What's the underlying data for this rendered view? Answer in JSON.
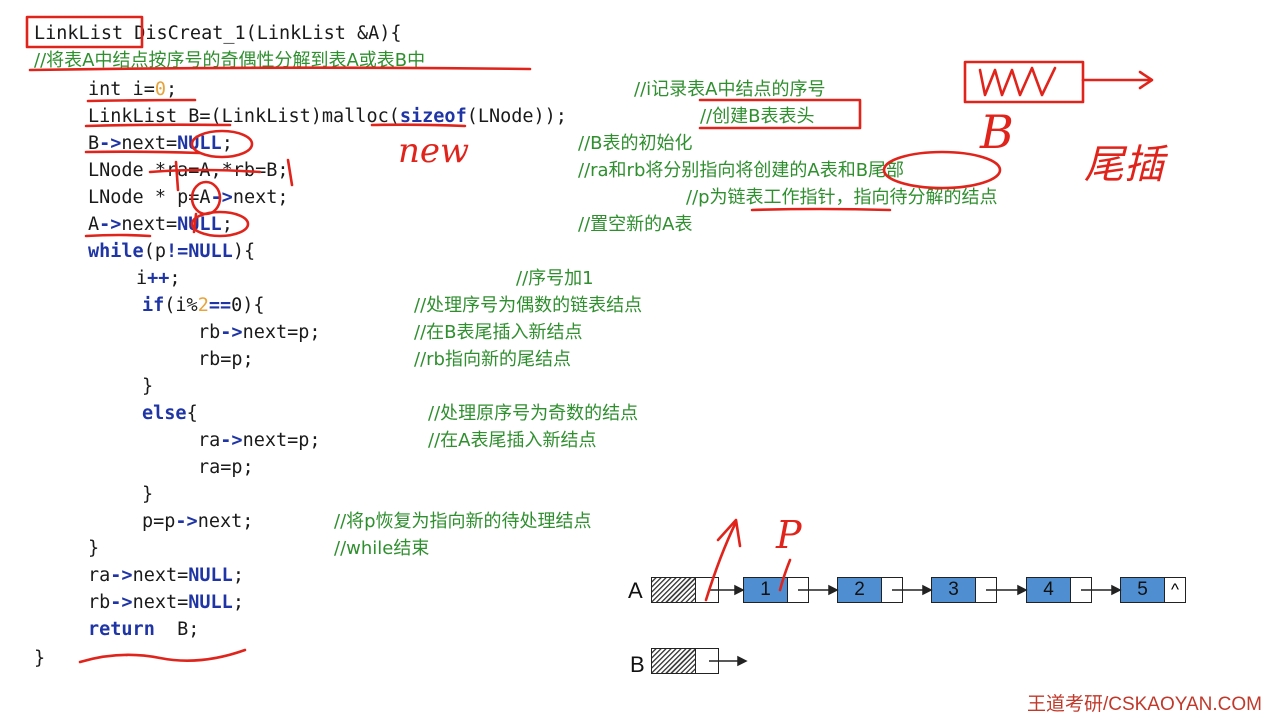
{
  "code_lines": [
    {
      "text": "LinkList DisCreat_1(LinkList &A){"
    },
    {
      "text": "int i=0;"
    },
    {
      "text": "LinkList B=(LinkList)malloc(sizeof(LNode));"
    },
    {
      "text": "B->next=NULL;"
    },
    {
      "text": "LNode *ra=A,*rb=B;"
    },
    {
      "text": "LNode * p=A->next;"
    },
    {
      "text": "A->next=NULL;"
    },
    {
      "text": "while(p!=NULL){"
    },
    {
      "text": "i++;"
    },
    {
      "text": "if(i%2==0){"
    },
    {
      "text": "rb->next=p;"
    },
    {
      "text": "rb=p;"
    },
    {
      "text": "}"
    },
    {
      "text": "else{"
    },
    {
      "text": "ra->next=p;"
    },
    {
      "text": "ra=p;"
    },
    {
      "text": "}"
    },
    {
      "text": "p=p->next;"
    },
    {
      "text": "}"
    },
    {
      "text": "ra->next=NULL;"
    },
    {
      "text": "rb->next=NULL;"
    },
    {
      "text": "return  B;"
    },
    {
      "text": "}"
    }
  ],
  "comments": [
    {
      "text": "//将表A中结点按序号的奇偶性分解到表A或表B中"
    },
    {
      "text": "//i记录表A中结点的序号"
    },
    {
      "text": "//创建B表表头"
    },
    {
      "text": "//B表的初始化"
    },
    {
      "text": "//ra和rb将分别指向将创建的A表和B尾部"
    },
    {
      "text": "//p为链表工作指针，指向待分解的结点"
    },
    {
      "text": "//置空新的A表"
    },
    {
      "text": "//序号加1"
    },
    {
      "text": "//处理序号为偶数的链表结点"
    },
    {
      "text": "//在B表尾插入新结点"
    },
    {
      "text": "//rb指向新的尾结点"
    },
    {
      "text": "//处理原序号为奇数的结点"
    },
    {
      "text": "//在A表尾插入新结点"
    },
    {
      "text": "//将p恢复为指向新的待处理结点"
    },
    {
      "text": "//while结束"
    }
  ],
  "handwriting": {
    "new": "new",
    "B": "B",
    "tail_insert": "尾插",
    "p": "P"
  },
  "diagram": {
    "list_a_label": "A",
    "list_b_label": "B",
    "nodes": [
      "1",
      "2",
      "3",
      "4",
      "5"
    ],
    "null_mark": "^",
    "node_color": "#4f8fd1"
  },
  "brand": "王道考研/CSKAOYAN.COM"
}
